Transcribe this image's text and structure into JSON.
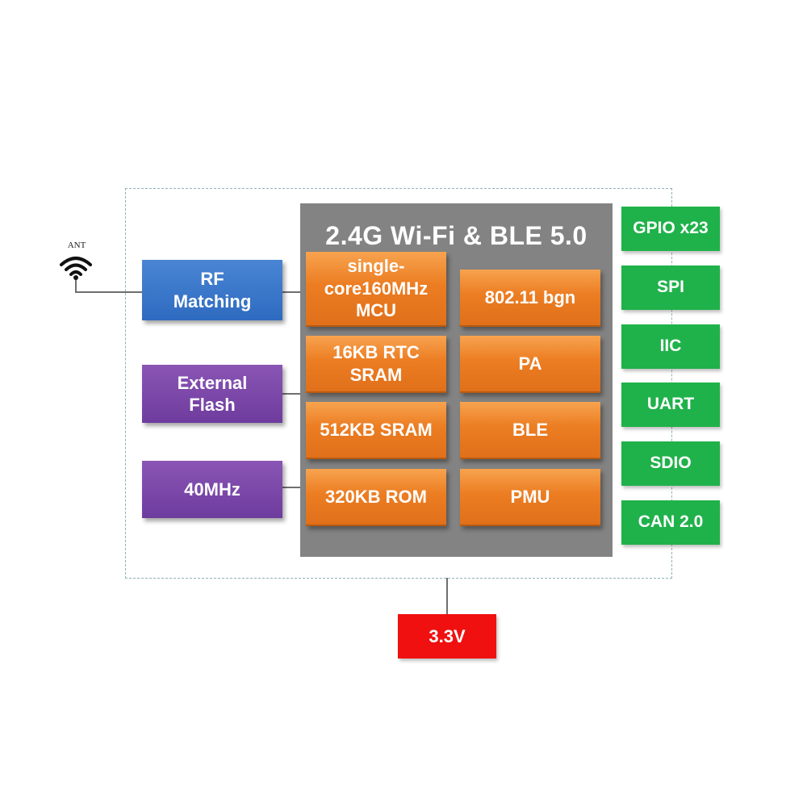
{
  "antenna": {
    "label": "ANT",
    "icon": "wifi-antenna-icon"
  },
  "chip": {
    "title": "2.4G Wi-Fi & BLE 5.0",
    "blocks_left": [
      "single-\ncore160MHz\nMCU",
      "16KB RTC\nSRAM",
      "512KB SRAM",
      "320KB ROM"
    ],
    "blocks_right": [
      "802.11 bgn",
      "PA",
      "BLE",
      "PMU"
    ]
  },
  "external": {
    "rf_matching": "RF\nMatching",
    "external_flash": "External\nFlash",
    "crystal": "40MHz"
  },
  "interfaces": [
    "GPIO x23",
    "SPI",
    "IIC",
    "UART",
    "SDIO",
    "CAN 2.0"
  ],
  "power": "3.3V",
  "colors": {
    "chip": "#838383",
    "block": "#ec7d22",
    "rf": "#2e6bc0",
    "peripheral": "#6e3c9e",
    "interface": "#1fb24a",
    "power": "#f01010",
    "outline": "#8fb3b8"
  }
}
